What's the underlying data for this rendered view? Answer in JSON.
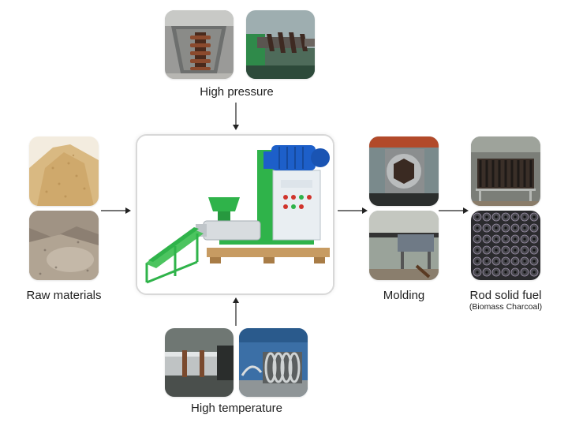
{
  "labels": {
    "high_pressure": "High pressure",
    "high_temperature": "High temperature",
    "raw_materials": "Raw materials",
    "molding": "Molding",
    "rod_solid_fuel": "Rod solid fuel",
    "biomass_charcoal": "(Biomass Charcoal)"
  },
  "colors": {
    "machine_green": "#2fb34a",
    "motor_blue": "#1d5fc9",
    "cabinet": "#e9eef2",
    "sawdust": "#d9b982",
    "charcoal": "#2b2b2e",
    "arrow": "#222222"
  }
}
